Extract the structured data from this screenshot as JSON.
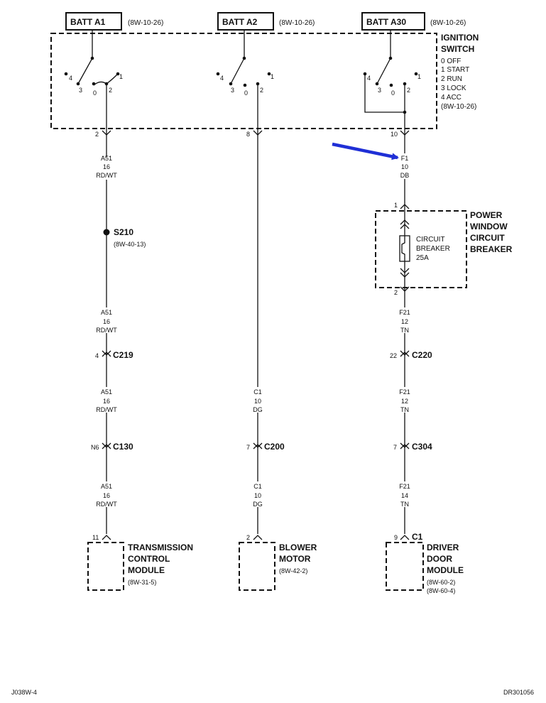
{
  "batteries": {
    "a1": {
      "label": "BATT A1",
      "ref": "(8W-10-26)"
    },
    "a2": {
      "label": "BATT A2",
      "ref": "(8W-10-26)"
    },
    "a30": {
      "label": "BATT A30",
      "ref": "(8W-10-26)"
    }
  },
  "ignition_switch": {
    "title1": "IGNITION",
    "title2": "SWITCH",
    "positions": [
      "0 OFF",
      "1 START",
      "2 RUN",
      "3 LOCK",
      "4 ACC"
    ],
    "ref": "(8W-10-26)",
    "pin_labels": [
      "4",
      "3",
      "0",
      "2",
      "1"
    ]
  },
  "circuits": {
    "left": {
      "switch_pin": "2",
      "seg1": {
        "circuit": "A51",
        "gauge": "16",
        "color": "RD/WT"
      },
      "splice": {
        "name": "S210",
        "ref": "(8W-40-13)"
      },
      "seg2": {
        "circuit": "A51",
        "gauge": "16",
        "color": "RD/WT"
      },
      "conn1": {
        "pin": "4",
        "name": "C219"
      },
      "seg3": {
        "circuit": "A51",
        "gauge": "16",
        "color": "RD/WT"
      },
      "conn2": {
        "pin": "N6",
        "name": "C130"
      },
      "seg4": {
        "circuit": "A51",
        "gauge": "16",
        "color": "RD/WT"
      },
      "module_pin": "11"
    },
    "middle": {
      "switch_pin": "8",
      "seg1": {
        "circuit": "C1",
        "gauge": "10",
        "color": "DG"
      },
      "conn1": {
        "pin": "7",
        "name": "C200"
      },
      "seg2": {
        "circuit": "C1",
        "gauge": "10",
        "color": "DG"
      },
      "module_pin": "2"
    },
    "right": {
      "switch_pin": "10",
      "seg1": {
        "circuit": "F1",
        "gauge": "10",
        "color": "DB"
      },
      "breaker_pin_in": "1",
      "breaker_pin_out": "2",
      "seg2": {
        "circuit": "F21",
        "gauge": "12",
        "color": "TN"
      },
      "conn1": {
        "pin": "22",
        "name": "C220"
      },
      "seg3": {
        "circuit": "F21",
        "gauge": "12",
        "color": "TN"
      },
      "conn2": {
        "pin": "7",
        "name": "C304"
      },
      "seg4": {
        "circuit": "F21",
        "gauge": "14",
        "color": "TN"
      },
      "module_pin": "9",
      "module_conn": "C1"
    }
  },
  "breaker": {
    "title": [
      "POWER",
      "WINDOW",
      "CIRCUIT",
      "BREAKER"
    ],
    "inner": [
      "CIRCUIT",
      "BREAKER",
      "25A"
    ]
  },
  "modules": {
    "tcm": {
      "lines": [
        "TRANSMISSION",
        "CONTROL",
        "MODULE"
      ],
      "ref": "(8W-31-5)"
    },
    "blower": {
      "lines": [
        "BLOWER",
        "MOTOR"
      ],
      "ref": "(8W-42-2)"
    },
    "ddm": {
      "lines": [
        "DRIVER",
        "DOOR",
        "MODULE"
      ],
      "refs": [
        "(8W-60-2)",
        "(8W-60-4)"
      ]
    }
  },
  "footer": {
    "left": "J038W-4",
    "right": "DR301056"
  },
  "colors": {
    "ink": "#111111",
    "arrow": "#1f2fd6",
    "background": "#ffffff"
  }
}
